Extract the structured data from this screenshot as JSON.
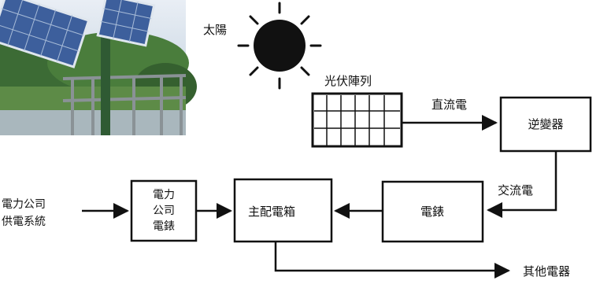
{
  "diagram": {
    "sun_label": "太陽",
    "pv_label": "光伏陣列",
    "dc_label": "直流電",
    "inverter_label": "逆變器",
    "ac_label": "交流電",
    "meter_label": "電錶",
    "main_panel_label": "主配電箱",
    "utility_meter_lines": [
      "電力",
      "公司",
      "電錶"
    ],
    "grid_supply_lines": [
      "電力公司",
      "供電系統"
    ],
    "other_appliances_label": "其他電器"
  },
  "colors": {
    "line": "#111111",
    "photo_sky": "#c9d8e8",
    "photo_trees": "#3c6b35",
    "panel_blue": "#3d5f9c"
  }
}
